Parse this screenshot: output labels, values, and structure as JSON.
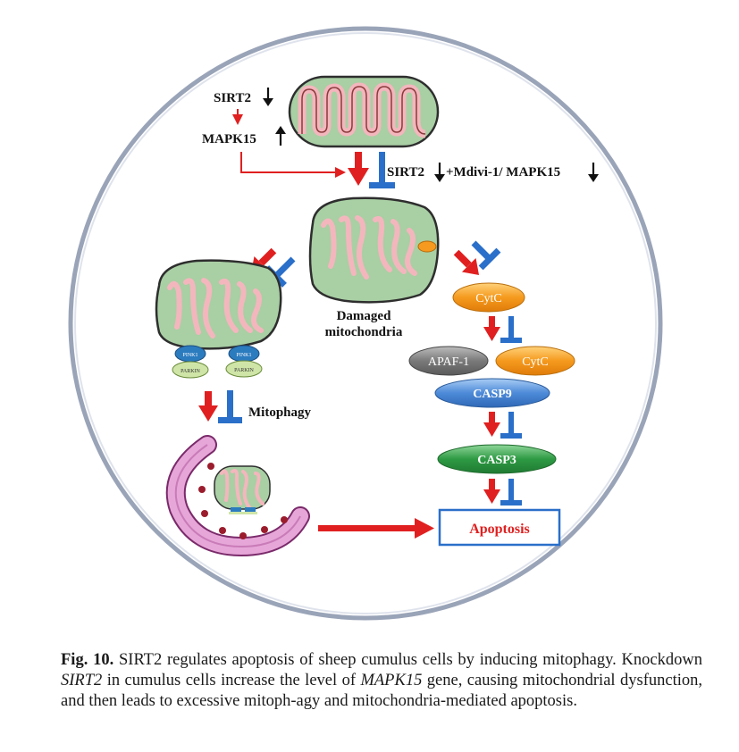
{
  "diagram": {
    "labels": {
      "sirt2": "SIRT2",
      "mapk15": "MAPK15",
      "treatment": "SIRT2",
      "treatment_rest": "+Mdivi-1/ MAPK15",
      "damaged_line1": "Damaged",
      "damaged_line2": "mitochondria",
      "pink1": "PINK1",
      "parkin": "PARKIN",
      "mitophagy": "Mitophagy",
      "cytc": "CytC",
      "apaf1": "APAF-1",
      "cytc2": "CytC",
      "casp9": "CASP9",
      "casp3": "CASP3",
      "apoptosis": "Apoptosis"
    },
    "colors": {
      "activation_arrow": "#e02020",
      "inhibition": "#2a6fc9",
      "mito_outer": "#a9cfa4",
      "mito_cristae": "#f4b6bd",
      "cytc": "#f59a1e",
      "apaf1": "#7a7a7a",
      "casp9": "#4d8ad8",
      "casp3": "#2e9a44",
      "apoptosis_text": "#e02020",
      "apoptosis_border": "#2a6fc9",
      "phagophore": "#e6a7d8",
      "cell_border": "#9aa4b8"
    }
  },
  "caption": {
    "fig_label": "Fig. 10.",
    "part1": " SIRT2 regulates apoptosis of sheep cumulus cells by inducing mitophagy. Knockdown ",
    "sirt2_italic": "SIRT2",
    "part2": " in cumulus cells increase the level of ",
    "mapk15_italic": "MAPK15",
    "part3": " gene, causing mitochondrial dysfunction, and then leads to excessive mitoph-agy and mitochondria-mediated apoptosis."
  }
}
